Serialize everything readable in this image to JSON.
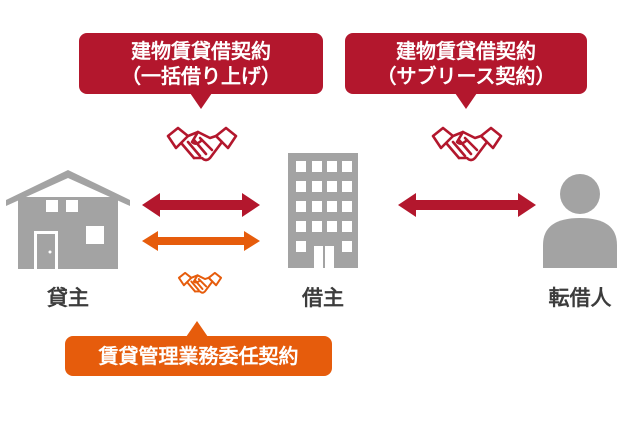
{
  "contracts": {
    "master_lease": {
      "line1": "建物賃貸借契約",
      "line2": "（一括借り上げ）"
    },
    "sublease": {
      "line1": "建物賃貸借契約",
      "line2": "（サブリース契約）"
    },
    "management": {
      "label": "賃貸管理業務委任契約"
    }
  },
  "parties": {
    "lessor": "貸主",
    "lessee": "借主",
    "sublessee": "転借人"
  },
  "colors": {
    "contract_red": "#b3172d",
    "management_orange": "#e65c0c",
    "icon_gray": "#a3a3a3",
    "label_text": "#3c3c3c"
  },
  "icons": {
    "lessor": "house-icon",
    "lessee": "building-icon",
    "sublessee": "person-icon",
    "agreement": "handshake-icon"
  }
}
